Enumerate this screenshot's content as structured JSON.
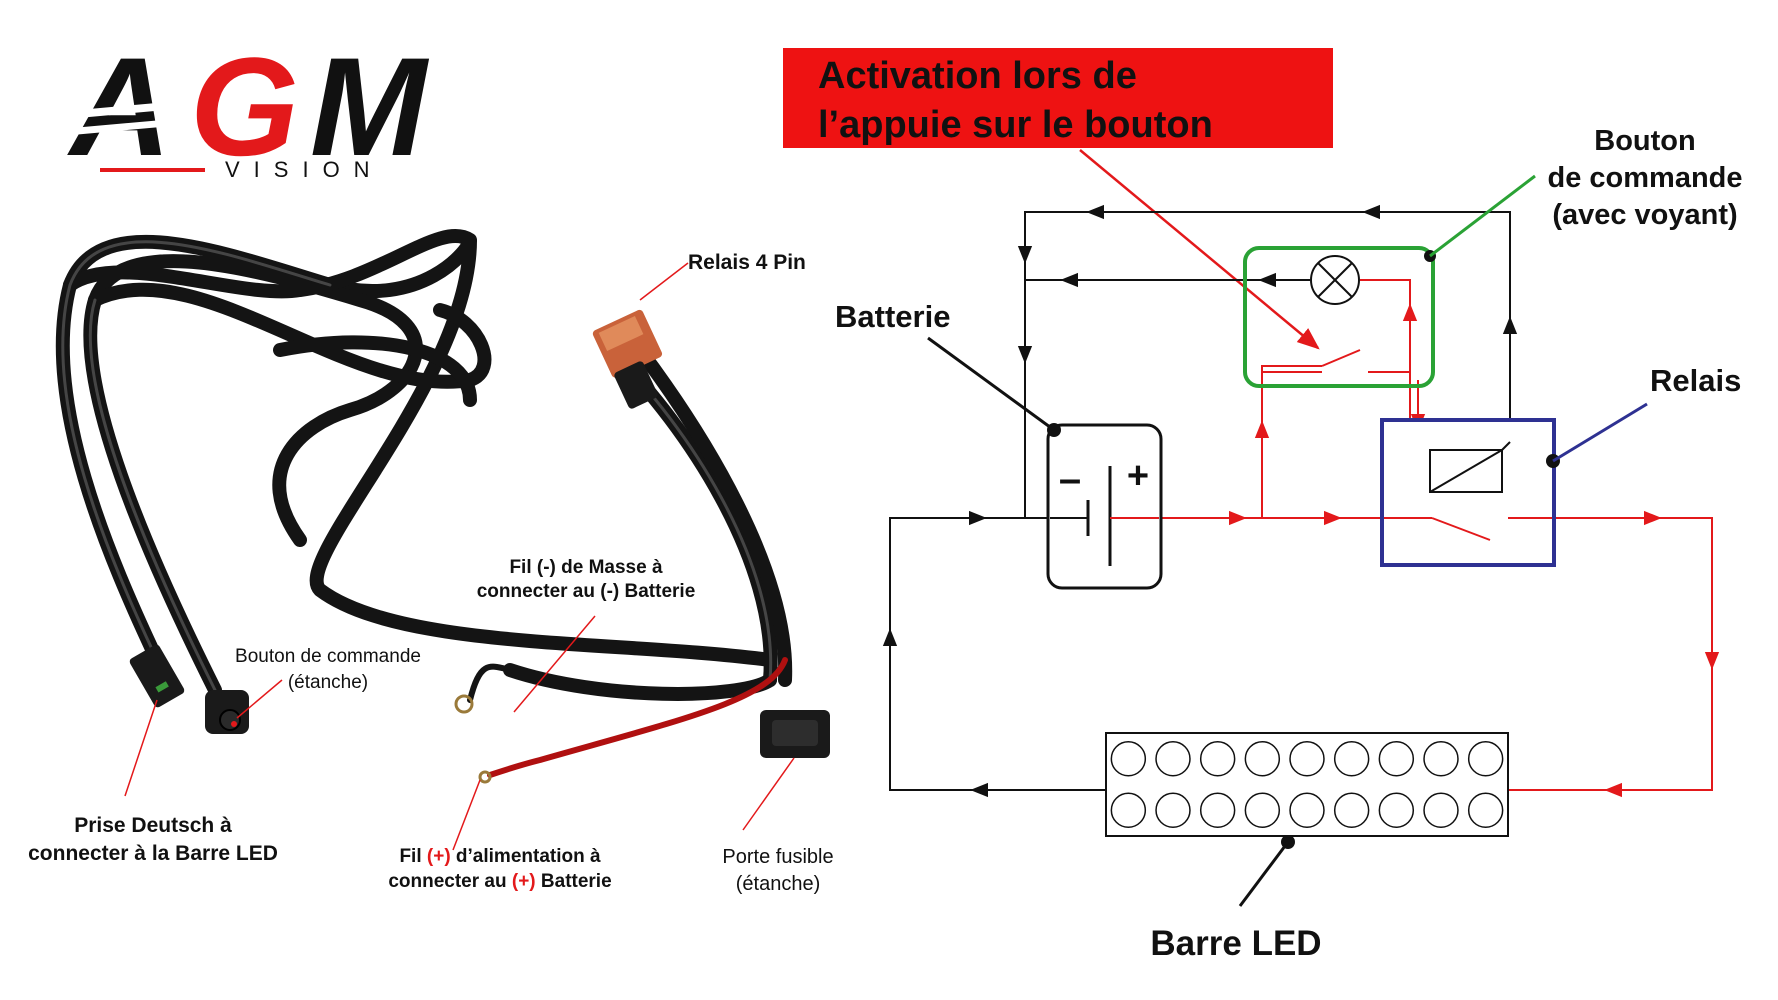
{
  "logo": {
    "letters": [
      "A",
      "G",
      "M"
    ],
    "sub": "VISION",
    "colors": {
      "dark": "#111111",
      "red": "#e3191b"
    }
  },
  "photo_labels": {
    "relay": "Relais 4 Pin",
    "button": [
      "Bouton de commande",
      "(étanche)"
    ],
    "ground": [
      "Fil (-) de Masse à",
      "connecter au (-) Batterie"
    ],
    "deutsch": [
      "Prise Deutsch à",
      "connecter à la Barre LED"
    ],
    "power_l1_parts": [
      "Fil ",
      "(+)",
      " d’alimentation à"
    ],
    "power_l2_parts": [
      "connecter au ",
      "(+)",
      " Batterie"
    ],
    "fuse": [
      "Porte fusible",
      "(étanche)"
    ]
  },
  "schematic": {
    "banner": [
      "Activation lors de",
      "l’appuie sur le bouton"
    ],
    "button_label": [
      "Bouton",
      "de commande",
      "(avec voyant)"
    ],
    "battery_label": "Batterie",
    "relay_label": "Relais",
    "led_label": "Barre LED",
    "battery_minus": "–",
    "battery_plus": "+",
    "led_rows": 2,
    "led_cols": 9
  },
  "colors": {
    "wire_black": "#111111",
    "wire_red": "#e3191b",
    "banner_bg": "#ee1212",
    "button_box": "#2aa235",
    "relay_box": "#2e3192",
    "harness": "#141414",
    "harness_highlight": "#5a5a5a",
    "relay_body": "#c9623a"
  },
  "icons": [
    "agm-vision-logo",
    "wiring-harness-photo",
    "lamp-icon",
    "battery-symbol",
    "relay-coil-icon",
    "switch-contact-icon",
    "led-bar-icon"
  ]
}
